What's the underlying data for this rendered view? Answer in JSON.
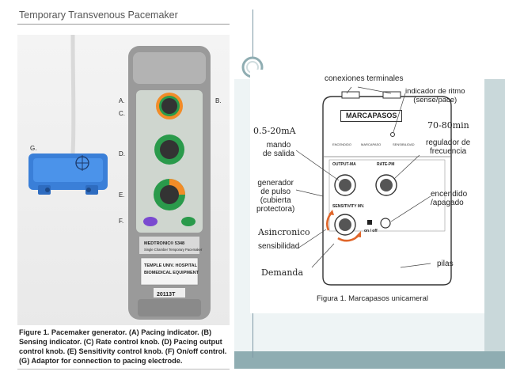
{
  "left": {
    "title": "Temporary Transvenous Pacemaker",
    "photo_labels": [
      "A.",
      "B.",
      "C.",
      "D.",
      "E.",
      "F.",
      "G."
    ],
    "device_brand": "MEDTRONIC® 5348",
    "device_sub": "Single Chamber Temporary Pacemaker",
    "asset_tag": [
      "TEMPLE UNIV. HOSPITAL",
      "BIOMEDICAL EQUIPMENT"
    ],
    "asset_number": "20113T",
    "caption_bold": "Figure 1. Pacemaker generator. (A) Pacing indicator. (B) Sensing indicator. (C) Rate control knob. (D) Pacing output control knob. (E) Sensitivity control knob. (F) On/off control. (G) Adaptor for connection to pacing electrode."
  },
  "diagram": {
    "conexiones": "conexiones terminales",
    "indicador": "indicador de ritmo\n(sense/pace)",
    "device_title": "MARCAPASOS",
    "output_range": "0.5-20mA",
    "rate_range": "70-80min",
    "mando": "mando\nde salida",
    "regulador": "regulador de\nfrecuencia",
    "generador": "generador\nde pulso\n(cubierta\nprotectora)",
    "encendido": "encendido\n/apagado",
    "asincronico": "Asincronico",
    "sensibilidad": "sensibilidad",
    "demanda": "Demanda",
    "pilas": "pilas",
    "figure": "Figura  1. Marcapasos unicameral",
    "panel_output": "OUTPUT-MA",
    "panel_rate": "RATE-PM",
    "panel_sens": "SENSITIVITY MV.",
    "onoff": "on / off"
  }
}
